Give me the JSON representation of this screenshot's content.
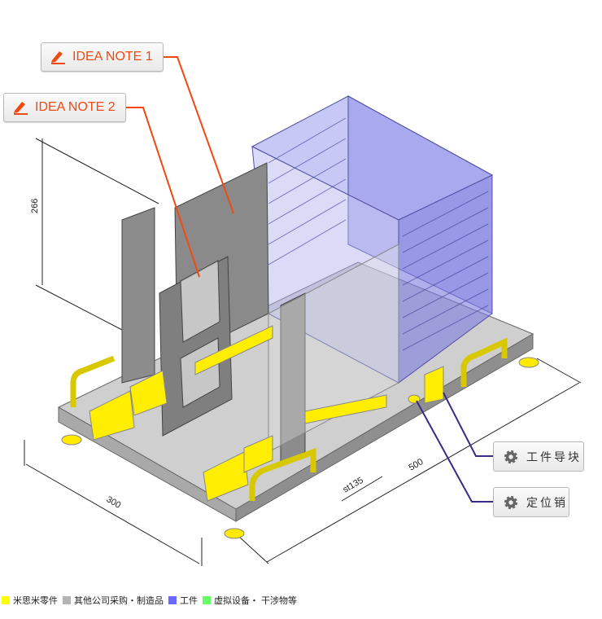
{
  "notes": [
    {
      "label": "IDEA NOTE 1"
    },
    {
      "label": "IDEA NOTE 2"
    }
  ],
  "callouts": [
    {
      "label": "工件导块",
      "icon": "gear-icon"
    },
    {
      "label": "定位销",
      "icon": "gear-icon"
    }
  ],
  "dimensions": {
    "height": "266",
    "width": "300",
    "length": "500",
    "stroke": "st135"
  },
  "legend": [
    {
      "label": "米思米零件",
      "color": "#ffff00"
    },
    {
      "label": "其他公司采购・制造品",
      "color": "#b4b4b4"
    },
    {
      "label": "工件",
      "color": "#6a6aff"
    },
    {
      "label": "虚拟设备・ 干涉物等",
      "color": "#66ff66"
    }
  ],
  "colors": {
    "note": "#f04a12",
    "callout_line": "#3a2a8a"
  }
}
